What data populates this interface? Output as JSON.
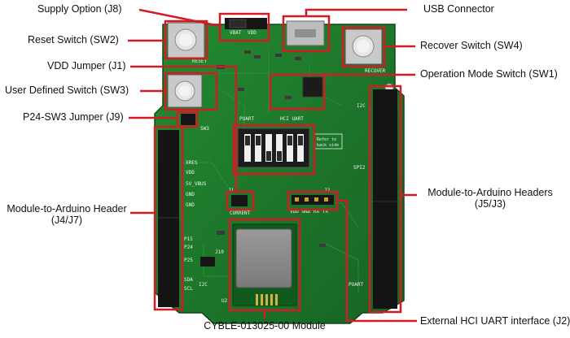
{
  "callouts": {
    "supply_option": "Supply Option (J8)",
    "usb_connector": "USB Connector",
    "reset_switch": "Reset Switch (SW2)",
    "recover_switch": "Recover Switch  (SW4)",
    "vdd_jumper": "VDD Jumper (J1)",
    "operation_mode_switch": "Operation Mode Switch (SW1)",
    "user_defined_switch": "User Defined Switch (SW3)",
    "p24_sw3_jumper": "P24-SW3 Jumper (J9)",
    "module_to_arduino_header_line1": "Module-to-Arduino Header",
    "module_to_arduino_header_line2": "(J4/J7)",
    "module_to_arduino_headers_line1": "Module-to-Arduino Headers",
    "module_to_arduino_headers_line2": "(J5/J3)",
    "external_hci_uart": "External HCI UART interface (J2)",
    "module": "CYBLE-013025-00 Module"
  },
  "silkscreen": {
    "reset": "RESET",
    "recover": "RECOVER",
    "vdd": "VDD",
    "vbat": "VBAT",
    "puart": "PUART",
    "hci_uart": "HCI UART",
    "refer": "Refer to",
    "back_side": "back side",
    "i2c": "I2C",
    "spi2": "SPI2",
    "xres": "XRES",
    "vdd_left": "VDD",
    "v_vbus": "5V_VBUS",
    "gnd1": "GND",
    "gnd2": "GND",
    "p24": "P24",
    "p15": "P15",
    "p25": "P25",
    "sda": "SDA",
    "scl": "SCL",
    "i2c_left": "I2C",
    "j1": "J1",
    "current": "CURRENT",
    "j2": "J2",
    "vdd_gnd_rx_tx": "VDD GND RX TX",
    "sw3": "SW3",
    "j10": "J10",
    "puart_right": "PUART",
    "u2": "U2"
  },
  "colors": {
    "pcb": "#1e7a2c",
    "pcb_dark": "#155a20",
    "callout_red": "#d21c24",
    "header_black": "#141414"
  }
}
